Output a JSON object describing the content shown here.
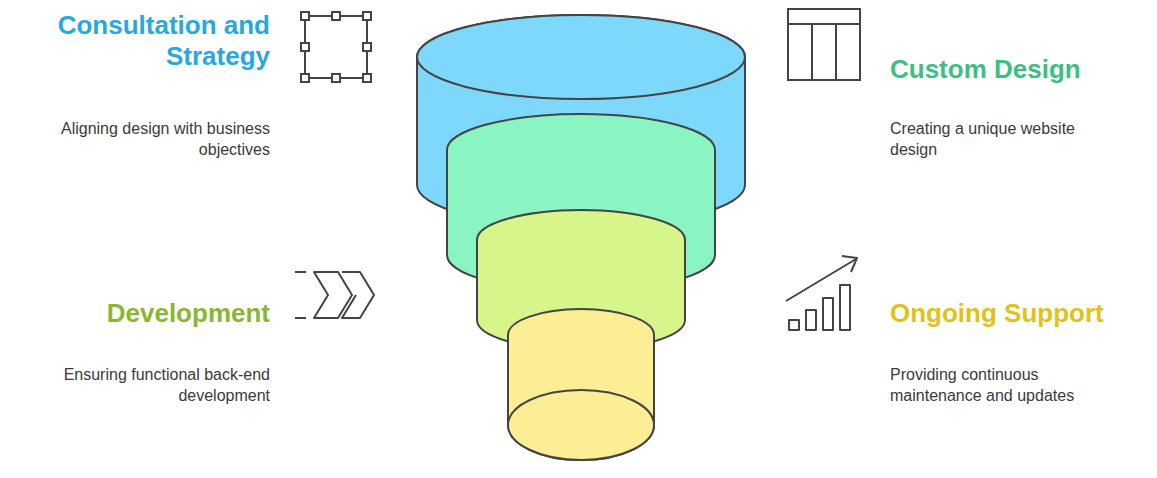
{
  "diagram": {
    "labels": [
      "Consultation and Strategy",
      "Aligning design with business objectives",
      "Custom Design",
      "Creating a unique website design",
      "Development",
      "Ensuring functional back-end development",
      "Ongoing Support",
      "Providing continuous maintenance and updates"
    ]
  }
}
